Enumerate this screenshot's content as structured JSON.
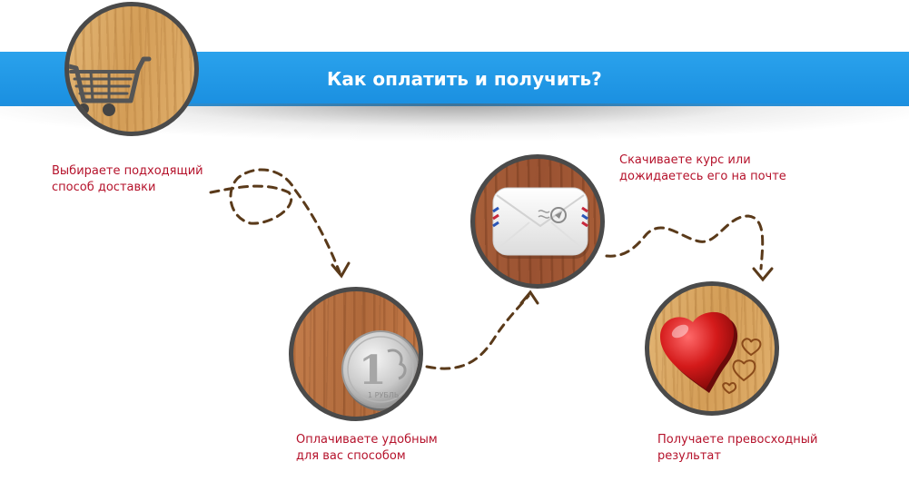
{
  "header": {
    "title": "Как оплатить и получить?"
  },
  "steps": [
    {
      "line1": "Выбираете подходящий",
      "line2": "способ доставки",
      "icon": "shopping-cart-icon"
    },
    {
      "line1": "Оплачиваете удобным",
      "line2": "для вас способом",
      "icon": "ruble-coin-icon",
      "coin_label": "1 РУБЛЬ"
    },
    {
      "line1": "Скачиваете курс или",
      "line2": "дожидаетесь его на почте",
      "icon": "envelope-icon"
    },
    {
      "line1": "Получаете превосходный",
      "line2": "результат",
      "icon": "heart-icon"
    }
  ],
  "colors": {
    "banner": "#1a8fe0",
    "step_text": "#b5122b",
    "dashed_path": "#5a3a1a",
    "circle_border": "#4a4a4a"
  }
}
